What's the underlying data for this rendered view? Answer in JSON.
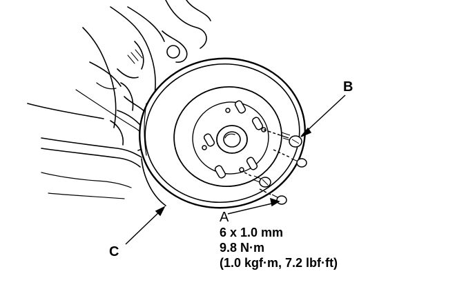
{
  "callouts": {
    "a": "A",
    "b": "B",
    "c": "C"
  },
  "spec": {
    "thread": "6 x 1.0 mm",
    "torque_nm": "9.8 N·m",
    "torque_alt": "(1.0 kgf·m, 7.2 lbf·ft)"
  }
}
